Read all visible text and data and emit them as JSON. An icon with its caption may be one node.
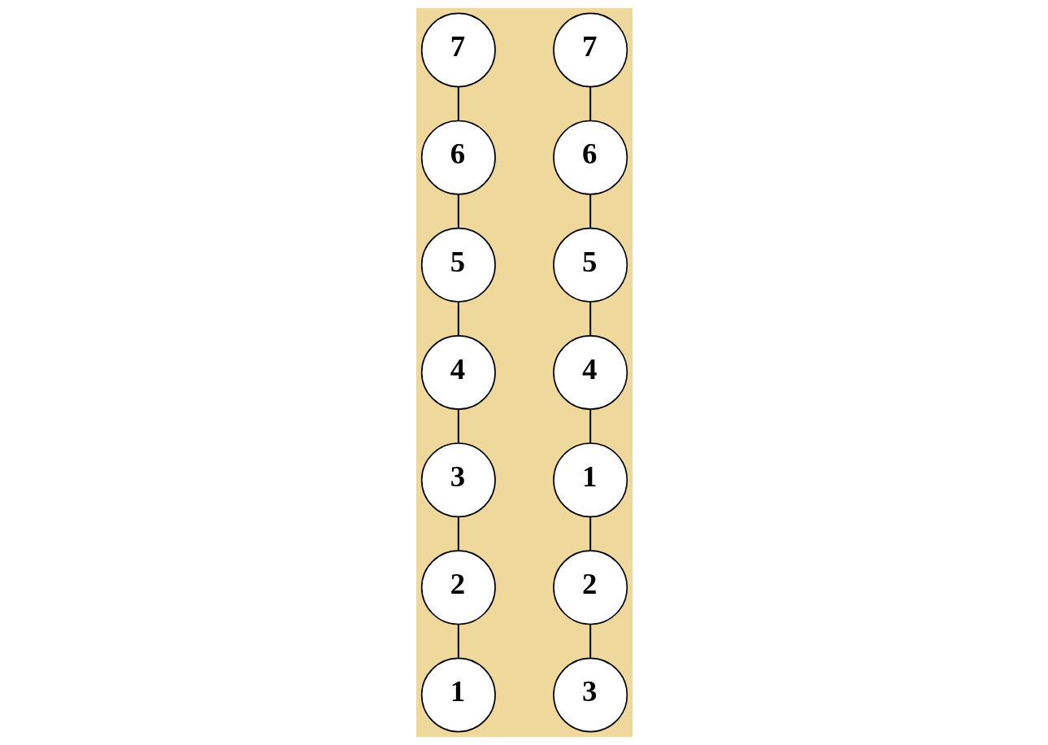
{
  "diagram": {
    "nodes": [
      {
        "text": [
          "7"
        ]
      },
      {
        "text": [
          "6"
        ]
      },
      {
        "text": [
          "5"
        ]
      },
      {
        "text": [
          "4"
        ]
      },
      {
        "text": [
          "3"
        ]
      },
      {
        "text": [
          "2"
        ]
      },
      {
        "text": [
          "1"
        ]
      },
      {
        "text": [
          "7"
        ]
      },
      {
        "text": [
          "6"
        ]
      },
      {
        "text": [
          "5"
        ]
      },
      {
        "text": [
          "4"
        ]
      },
      {
        "text": [
          "1"
        ]
      },
      {
        "text": [
          "2"
        ]
      },
      {
        "text": [
          "3"
        ]
      }
    ],
    "edges": [
      {
        "from": 0,
        "to": 1,
        "arrow": "none"
      },
      {
        "from": 1,
        "to": 2,
        "arrow": "none"
      },
      {
        "from": 2,
        "to": 3,
        "arrow": "none"
      },
      {
        "from": 3,
        "to": 4,
        "arrow": "none"
      },
      {
        "from": 4,
        "to": 5,
        "arrow": "none"
      },
      {
        "from": 5,
        "to": 6,
        "arrow": "none"
      },
      {
        "from": 7,
        "to": 8,
        "arrow": "none"
      },
      {
        "from": 8,
        "to": 9,
        "arrow": "none"
      },
      {
        "from": 9,
        "to": 10,
        "arrow": "none"
      },
      {
        "from": 10,
        "to": 11,
        "arrow": "none"
      },
      {
        "from": 11,
        "to": 12,
        "arrow": "none"
      },
      {
        "from": 12,
        "to": 13,
        "arrow": "none"
      }
    ]
  }
}
